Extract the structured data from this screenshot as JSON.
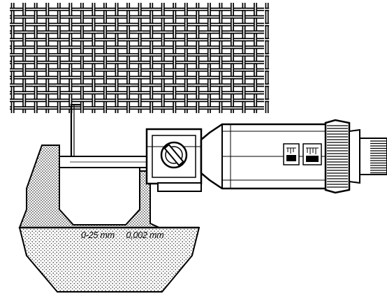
{
  "illustration": {
    "subject": "micrometer-measuring-wire-mesh",
    "frame_markings": {
      "range": "0-25 mm",
      "resolution": "0,002 mm"
    },
    "colors": {
      "ink": "#000000",
      "paper": "#ffffff",
      "stipple": "#9a9a9a"
    }
  }
}
